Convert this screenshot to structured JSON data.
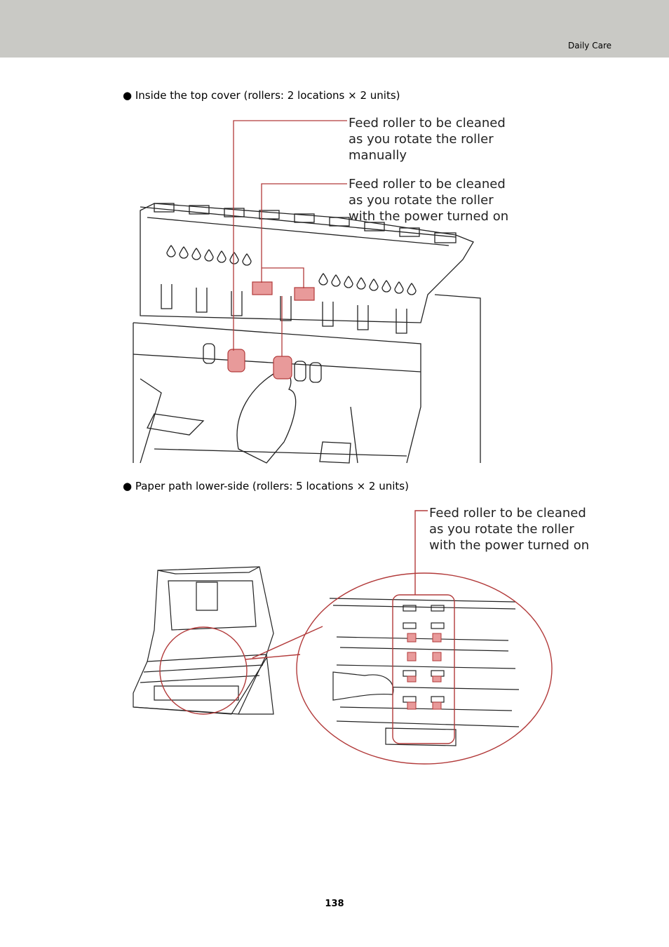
{
  "header": {
    "section": "Daily Care"
  },
  "section1": {
    "bullet": "● Inside the top cover (rollers: 2 locations × 2 units)",
    "callout_manual": [
      "Feed roller to be cleaned",
      "as you rotate the roller",
      "manually"
    ],
    "callout_power": [
      "Feed roller to be cleaned",
      "as you rotate the roller",
      "with the power turned on"
    ]
  },
  "section2": {
    "bullet": "● Paper path lower-side (rollers: 5 locations × 2 units)",
    "callout_power": [
      "Feed roller to be cleaned",
      "as you rotate the roller",
      "with the power turned on"
    ]
  },
  "footer": {
    "page_number": "138"
  },
  "colors": {
    "header_bg": "#c9c9c5",
    "callout_line": "#b23a3a",
    "roller_highlight": "#e89a9a"
  }
}
